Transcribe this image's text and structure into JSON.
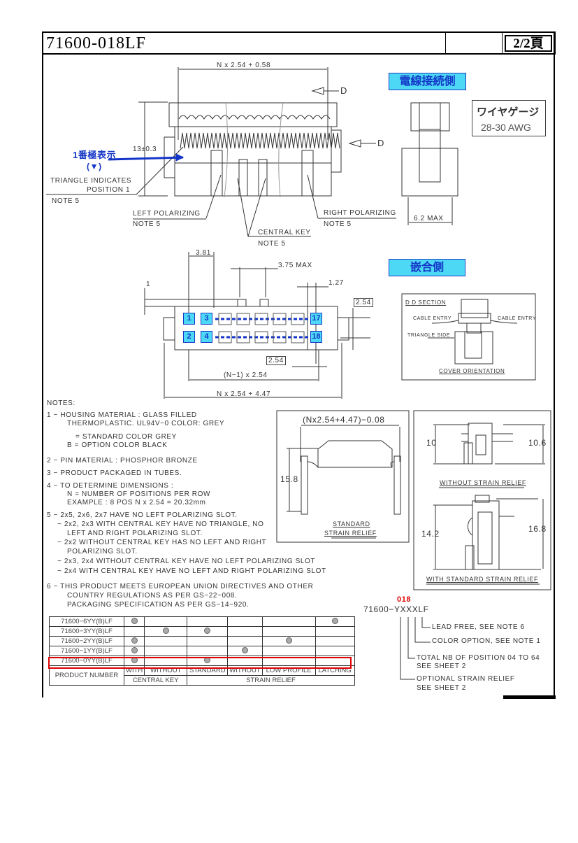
{
  "header": {
    "part_number": "71600-018LF",
    "sheet": "2/2頁"
  },
  "labels": {
    "cable_side": "電線接続側",
    "mating_side": "嵌合側",
    "wire_gauge_title": "ワイヤゲージ",
    "wire_gauge_value": "28-30 AWG",
    "pin1_jp": "1番極表示",
    "pin1_symbol": "(▼)"
  },
  "front_view": {
    "dim_width": "N x 2.54 + 0.58",
    "dim_height": "13±0.3",
    "section_marker": "D",
    "triangle_1": "TRIANGLE INDICATES",
    "triangle_2": "POSITION 1",
    "note5_a": "NOTE 5",
    "left_pol": "LEFT POLARIZING",
    "left_pol_note": "NOTE 5",
    "central_key": "CENTRAL KEY",
    "central_key_note": "NOTE 5",
    "right_pol": "RIGHT POLARIZING",
    "right_pol_note": "NOTE 5",
    "side_dim": "6.2 MAX"
  },
  "mating_view": {
    "dim_381": "3.81",
    "dim_375": "3.75 MAX",
    "dim_127": "1.27",
    "dim_1": "1",
    "dim_254_right": "2.54",
    "dim_254_bottom": "2.54",
    "dim_n1": "(N−1) x 2.54",
    "dim_total": "N x 2.54 + 4.47",
    "pins": [
      "1",
      "3",
      "17",
      "2",
      "4",
      "18"
    ]
  },
  "dd_section": {
    "title": "D D SECTION",
    "cable_entry_left": "CABLE ENTRY",
    "cable_entry_right": "CABLE ENTRY",
    "triangle_side": "TRIANGLE SIDE",
    "cover": "COVER ORIENTATION"
  },
  "notes": {
    "heading": "NOTES:",
    "lines": [
      "1 − HOUSING MATERIAL : GLASS FILLED",
      "THERMOPLASTIC. UL94V−0 COLOR: GREY",
      "= STANDARD COLOR GREY",
      "B = OPTION COLOR BLACK",
      "2 − PIN MATERIAL : PHOSPHOR BRONZE",
      "3 − PRODUCT PACKAGED IN TUBES.",
      "4 − TO DETERMINE DIMENSIONS :",
      "N = NUMBER OF POSITIONS PER ROW",
      "EXAMPLE : 8 POS   N x 2.54 = 20.32mm",
      "5 − 2x5, 2x6, 2x7 HAVE NO LEFT POLARIZING SLOT.",
      "− 2x2, 2x3 WITH CENTRAL KEY HAVE NO TRIANGLE, NO",
      "LEFT AND RIGHT POLARIZING SLOT.",
      "− 2x2 WITHOUT CENTRAL KEY HAS NO LEFT AND RIGHT",
      "POLARIZING SLOT.",
      "− 2x3, 2x4 WITHOUT CENTRAL KEY HAVE NO LEFT POLARIZING SLOT",
      "− 2x4 WITH CENTRAL KEY HAVE NO LEFT AND RIGHT POLARIZING SLOT",
      "6 − THIS PRODUCT MEETS EUROPEAN UNION DIRECTIVES AND OTHER",
      "COUNTRY REGULATIONS AS PER GS−22−008.",
      "PACKAGING SPECIFICATION AS PER GS−14−920."
    ]
  },
  "strain_relief": {
    "std_dim_w": "(Nx2.54+4.47)−0.08",
    "std_dim_h": "15.8",
    "std_label_1": "STANDARD",
    "std_label_2": "STRAIN RELIEF",
    "without_h1": "10",
    "without_h2": "10.6",
    "without_label": "WITHOUT STRAIN RELIEF",
    "with_h1": "14.2",
    "with_h2": "16.8",
    "with_label": "WITH STANDARD STRAIN RELIEF"
  },
  "part_code": {
    "highlight": "018",
    "code": "71600−YXXXLF",
    "lead_free": "LEAD FREE, SEE NOTE 6",
    "color": "COLOR OPTION, SEE NOTE 1",
    "total_1": "TOTAL NB OF POSITION 04 TO 64",
    "total_2": "SEE SHEET 2",
    "optional_1": "OPTIONAL STRAIN RELIEF",
    "optional_2": "SEE SHEET 2"
  },
  "table": {
    "rows": [
      {
        "pn": "71600−6YY(B)LF",
        "marks": [
          1,
          0,
          0,
          0,
          0,
          1
        ]
      },
      {
        "pn": "71600−3YY(B)LF",
        "marks": [
          0,
          1,
          1,
          0,
          0,
          0
        ]
      },
      {
        "pn": "71600−2YY(B)LF",
        "marks": [
          1,
          0,
          0,
          0,
          1,
          0
        ]
      },
      {
        "pn": "71600−1YY(B)LF",
        "marks": [
          1,
          0,
          0,
          1,
          0,
          0
        ]
      },
      {
        "pn": "71600−0YY(B)LF",
        "marks": [
          1,
          0,
          1,
          0,
          0,
          0
        ]
      }
    ],
    "product_number": "PRODUCT NUMBER",
    "cols": [
      "WITH",
      "WITHOUT",
      "STANDARD",
      "WITHOUT",
      "LOW PROFILE",
      "LATCHING"
    ],
    "group_key": "CENTRAL KEY",
    "group_relief": "STRAIN RELIEF",
    "highlighted_row": "71600−0YY(B)LF"
  },
  "colors": {
    "accent_blue": "#1436c8",
    "label_fill": "#4dd9f5",
    "highlight_red": "#e00000"
  }
}
